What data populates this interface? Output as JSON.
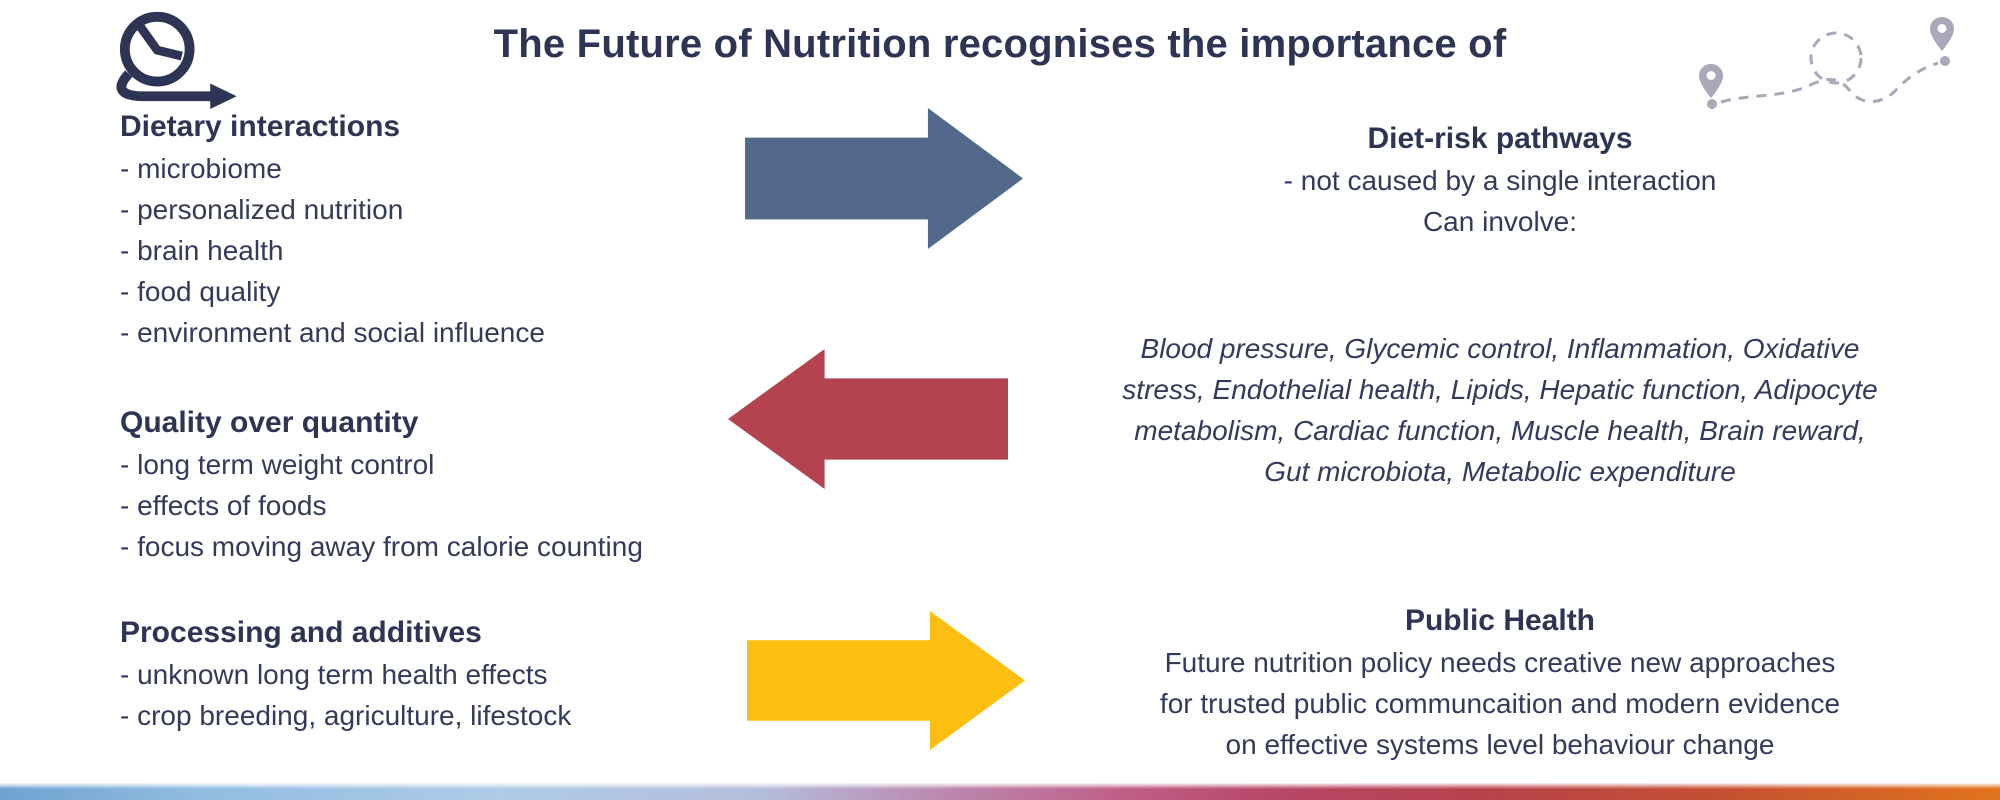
{
  "title": "The Future of Nutrition recognises the importance of",
  "left_sections": [
    {
      "heading": "Dietary interactions",
      "items": [
        "- microbiome",
        "- personalized nutrition",
        "- brain health",
        "- food quality",
        "- environment and social influence"
      ]
    },
    {
      "heading": "Quality over quantity",
      "items": [
        "- long term weight control",
        "- effects of foods",
        "- focus moving away from calorie counting"
      ]
    },
    {
      "heading": "Processing and additives",
      "items": [
        "- unknown long term health effects",
        "- crop breeding, agriculture, lifestock"
      ]
    }
  ],
  "right": {
    "diet_risk": {
      "heading": "Diet-risk pathways",
      "lines": [
        "- not caused by a single interaction",
        "Can involve:"
      ]
    },
    "pathway_factors": {
      "lines": [
        "Blood pressure, Glycemic control, Inflammation, Oxidative",
        "stress, Endothelial health, Lipids, Hepatic function, Adipocyte",
        "metabolism, Cardiac function, Muscle health, Brain reward,",
        "Gut microbiota, Metabolic expenditure"
      ]
    },
    "public_health": {
      "heading": "Public Health",
      "lines": [
        "Future nutrition policy needs creative new approaches",
        "for trusted public communcaition and modern evidence",
        "on effective systems level behaviour change"
      ]
    }
  },
  "arrows": [
    {
      "name": "arrow-blue",
      "direction": "right",
      "color": "#53698c"
    },
    {
      "name": "arrow-red",
      "direction": "left",
      "color": "#b2434f"
    },
    {
      "name": "arrow-yellow",
      "direction": "right",
      "color": "#fcbe11"
    }
  ],
  "icons": {
    "top_left": "clock-forward-arrow-icon",
    "top_right": "journey-route-pins-icon"
  },
  "colors": {
    "text_navy": "#343a5c",
    "heading_navy": "#2e3453",
    "icon_gray": "#a8a8b8",
    "footer_gradient": [
      "#6ea2d1",
      "#aecbe7",
      "#bb84aa",
      "#b74767",
      "#b9424d",
      "#e1741d"
    ]
  }
}
